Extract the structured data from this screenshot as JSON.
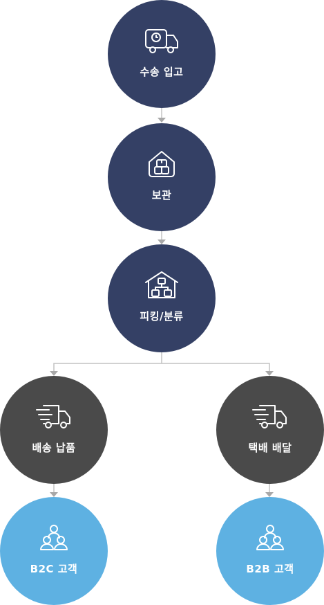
{
  "nodes": {
    "receiving": {
      "label": "수송 입고",
      "icon": "delivery-truck-clock-icon",
      "color": "#344065"
    },
    "storage": {
      "label": "보관",
      "icon": "warehouse-boxes-icon",
      "color": "#344065"
    },
    "picking": {
      "label": "피킹/분류",
      "icon": "warehouse-sorting-icon",
      "color": "#344065"
    },
    "delivery": {
      "label": "배송 납품",
      "icon": "fast-truck-icon",
      "color": "#4a4a4a"
    },
    "courier": {
      "label": "택배 배달",
      "icon": "fast-truck-icon",
      "color": "#4a4a4a"
    },
    "b2c": {
      "label": "B2C 고객",
      "icon": "customers-icon",
      "color": "#5eb1e2"
    },
    "b2b": {
      "label": "B2B 고객",
      "icon": "customers-icon",
      "color": "#5eb1e2"
    }
  }
}
